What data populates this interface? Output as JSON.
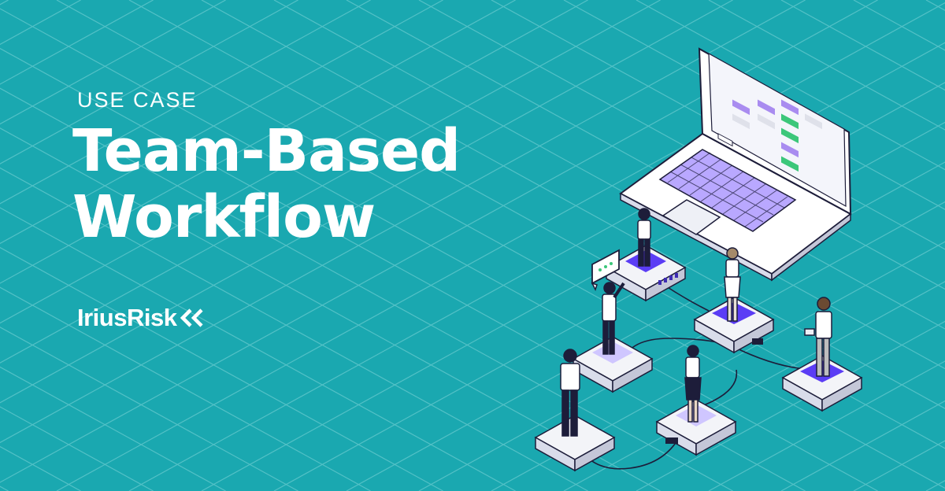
{
  "banner": {
    "eyebrow": "USE CASE",
    "title_line1": "Team-Based",
    "title_line2": "Workflow",
    "brand": "IriusRisk"
  },
  "icons": {
    "logo_mark": "double-chevron-left-icon",
    "laptop": "laptop-illustration",
    "chat_bubble": "chat-bubble-icon",
    "people": "person-figure-icon",
    "platforms": "network-node-icon"
  },
  "colors": {
    "background": "#1aa8b0",
    "grid": "#5ec6cb",
    "text": "#ffffff",
    "platform_top": "#f3f4f8",
    "platform_inset": "#5b3df5",
    "platform_inset_light": "#cfc6ff",
    "outline": "#1d1d3a",
    "laptop_keys": "#b9a8ff",
    "diagram_purple": "#a98cf0",
    "diagram_green": "#3cc77a"
  }
}
